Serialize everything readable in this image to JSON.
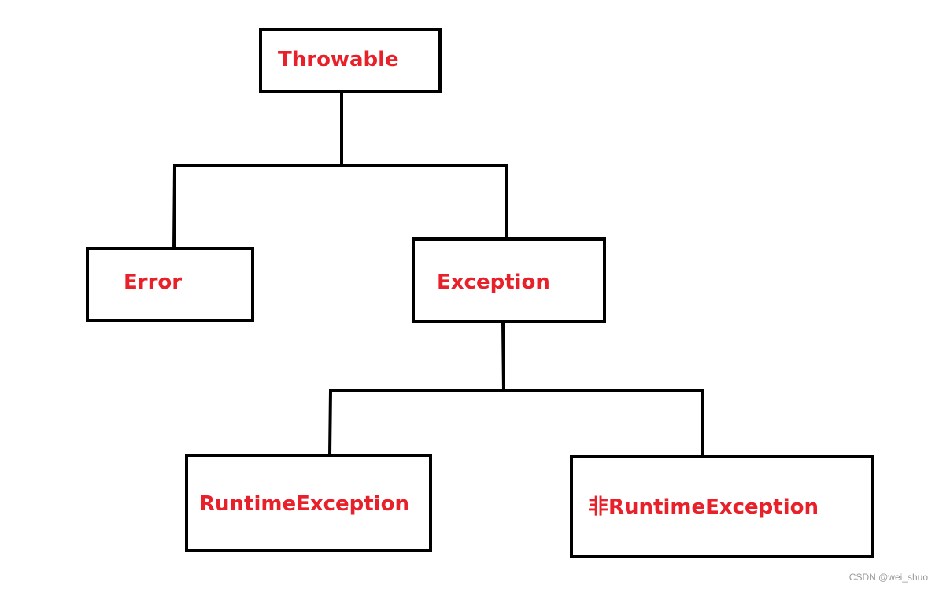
{
  "diagram": {
    "nodes": {
      "throwable": {
        "label": "Throwable"
      },
      "error": {
        "label": "Error"
      },
      "exception": {
        "label": "Exception"
      },
      "runtime_exception": {
        "label": "RuntimeException"
      },
      "non_runtime_exception": {
        "label": "非RuntimeException"
      }
    },
    "edges": [
      {
        "from": "Throwable",
        "to": "Error"
      },
      {
        "from": "Throwable",
        "to": "Exception"
      },
      {
        "from": "Exception",
        "to": "RuntimeException"
      },
      {
        "from": "Exception",
        "to": "非RuntimeException"
      }
    ],
    "colors": {
      "label": "#e8202a",
      "stroke": "#000000",
      "background": "#ffffff"
    }
  },
  "watermark": "CSDN @wei_shuo"
}
